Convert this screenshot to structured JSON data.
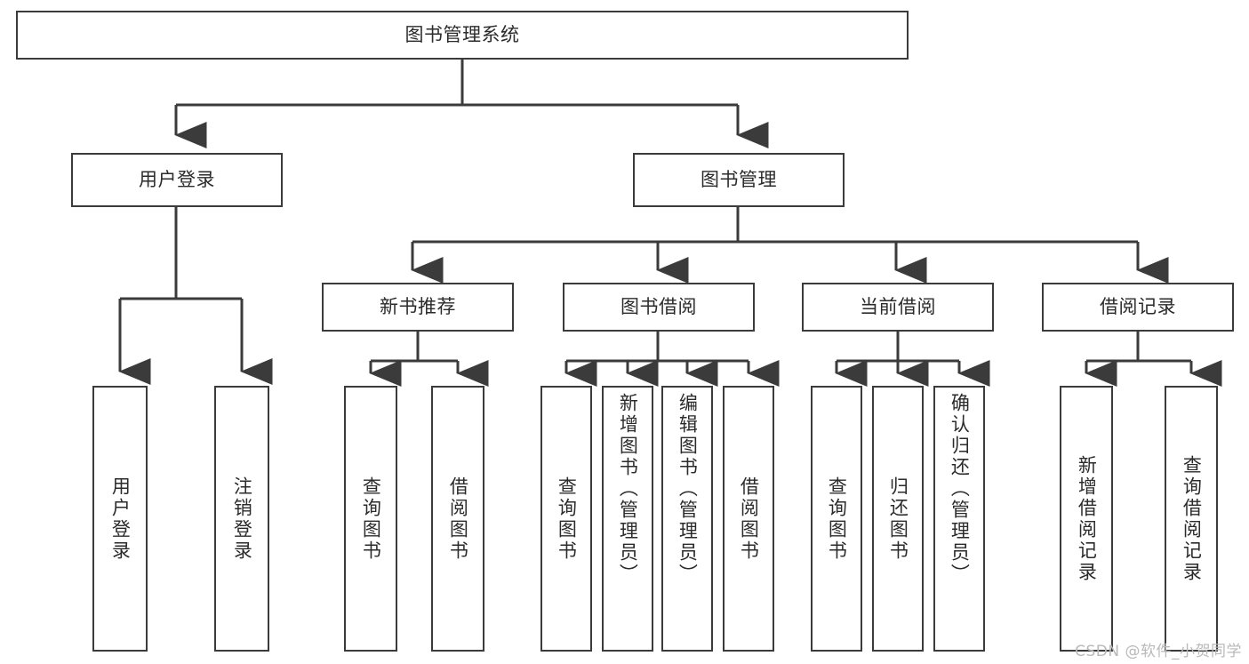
{
  "diagram": {
    "title": "图书管理系统",
    "line_color": "#3b3b3b",
    "text_color": "#2b2b2b",
    "background": "#ffffff",
    "root": {
      "label": "图书管理系统"
    },
    "level2": [
      {
        "label": "用户登录"
      },
      {
        "label": "图书管理"
      }
    ],
    "level3": [
      {
        "label": "新书推荐"
      },
      {
        "label": "图书借阅"
      },
      {
        "label": "当前借阅"
      },
      {
        "label": "借阅记录"
      }
    ],
    "leaves": {
      "user_login": [
        {
          "label": "用户登录"
        },
        {
          "label": "注销登录"
        }
      ],
      "new_book": [
        {
          "label": "查询图书"
        },
        {
          "label": "借阅图书"
        }
      ],
      "book_borrow": [
        {
          "label": "查询图书"
        },
        {
          "label": "新增图书（管理员）"
        },
        {
          "label": "编辑图书（管理员）"
        },
        {
          "label": "借阅图书"
        }
      ],
      "current_borrow": [
        {
          "label": "查询图书"
        },
        {
          "label": "归还图书"
        },
        {
          "label": "确认归还（管理员）"
        }
      ],
      "borrow_record": [
        {
          "label": "新增借阅记录"
        },
        {
          "label": "查询借阅记录"
        }
      ]
    }
  },
  "watermark": {
    "text": "CSDN @软件_小贺同学"
  }
}
